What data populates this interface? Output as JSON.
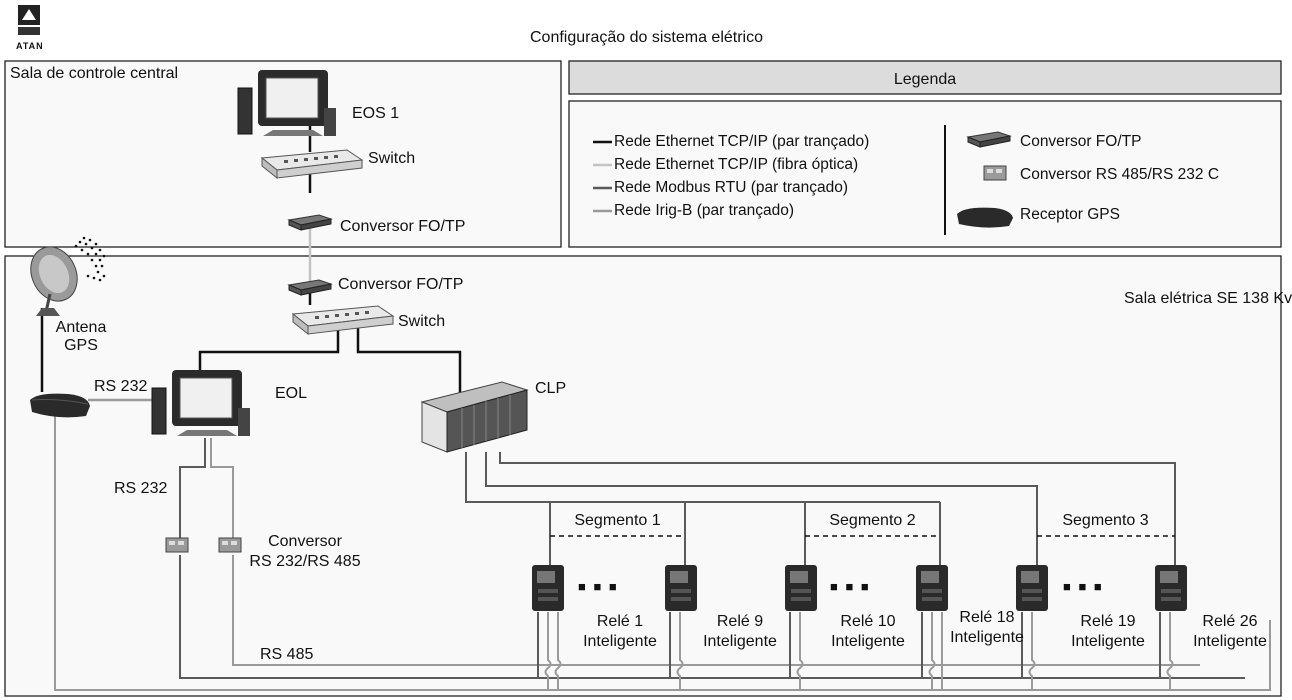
{
  "logo_text": "ATAN",
  "title": "Configuração do sistema elétrico",
  "control_room": {
    "label": "Sala de controle central",
    "eos": "EOS 1",
    "switch": "Switch",
    "converter": "Conversor FO/TP"
  },
  "legend": {
    "title": "Legenda",
    "lines": [
      {
        "text": "Rede Ethernet TCP/IP (par trançado)",
        "color": "#111111"
      },
      {
        "text": "Rede Ethernet TCP/IP (fibra óptica)",
        "color": "#c4c4c4"
      },
      {
        "text": "Rede Modbus RTU (par trançado)",
        "color": "#5a5a5a"
      },
      {
        "text": "Rede Irig-B (par trançado)",
        "color": "#9a9a9a"
      }
    ],
    "devices": [
      {
        "text": "Conversor FO/TP",
        "icon": "converter-fo-tp-icon"
      },
      {
        "text": "Conversor RS 485/RS 232 C",
        "icon": "converter-rs485-icon"
      },
      {
        "text": "Receptor GPS",
        "icon": "gps-receiver-icon"
      }
    ]
  },
  "electrical_room": {
    "label": "Sala elétrica SE 138 Kv",
    "converter": "Conversor FO/TP",
    "switch": "Switch",
    "antenna": "Antena\nGPS",
    "eol": "EOL",
    "clp": "CLP",
    "rs232_a": "RS 232",
    "rs232_b": "RS 232",
    "converter_rs": "Conversor\nRS 232/RS 485",
    "rs485": "RS 485",
    "segments": [
      "Segmento 1",
      "Segmento 2",
      "Segmento 3"
    ],
    "relays": [
      "Relé 1\nInteligente",
      "Relé 9\nInteligente",
      "Relé 10\nInteligente",
      "Relé 18\nInteligente",
      "Relé 19\nInteligente",
      "Relé 26\nInteligente"
    ],
    "dots": "■ ■ ■"
  },
  "colors": {
    "ethernet_tp": "#111111",
    "fiber": "#c4c4c4",
    "modbus": "#5a5a5a",
    "irig": "#9a9a9a",
    "box_border": "#222222",
    "legend_header_bg": "#dcdcdc",
    "room_bg": "#f9f9f9"
  }
}
